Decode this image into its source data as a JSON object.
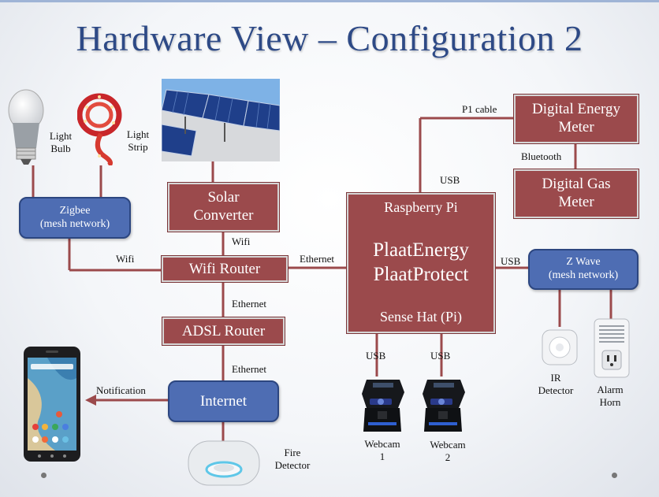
{
  "title": "Hardware View – Configuration 2",
  "colors": {
    "box_red": "#9b4a4c",
    "box_blue": "#4e6db3",
    "line": "#9b4a4c",
    "title": "#2e4a86"
  },
  "boxes": {
    "zigbee": {
      "line1": "Zigbee",
      "line2": "(mesh network)"
    },
    "solar_converter": {
      "line1": "Solar",
      "line2": "Converter"
    },
    "wifi_router": "Wifi Router",
    "adsl_router": "ADSL Router",
    "internet": "Internet",
    "raspberry": {
      "top": "Raspberry Pi",
      "main1": "PlaatEnergy",
      "main2": "PlaatProtect",
      "bottom": "Sense Hat (Pi)"
    },
    "energy_meter": {
      "line1": "Digital Energy",
      "line2": "Meter"
    },
    "gas_meter": {
      "line1": "Digital Gas",
      "line2": "Meter"
    },
    "zwave": {
      "line1": "Z Wave",
      "line2": "(mesh network)"
    }
  },
  "devices": {
    "light_bulb": {
      "line1": "Light",
      "line2": "Bulb"
    },
    "light_strip": {
      "line1": "Light",
      "line2": "Strip"
    },
    "webcam1": {
      "line1": "Webcam",
      "line2": "1"
    },
    "webcam2": {
      "line1": "Webcam",
      "line2": "2"
    },
    "ir_detector": {
      "line1": "IR",
      "line2": "Detector"
    },
    "alarm_horn": {
      "line1": "Alarm",
      "line2": "Horn"
    },
    "fire_detector": {
      "line1": "Fire",
      "line2": "Detector"
    },
    "phone": "smartphone"
  },
  "links": {
    "wifi_solar": "Wifi",
    "wifi_zigbee": "Wifi",
    "ethernet_pi": "Ethernet",
    "ethernet_adsl": "Ethernet",
    "ethernet_internet": "Ethernet",
    "notification": "Notification",
    "p1": "P1 cable",
    "usb_pi": "USB",
    "bluetooth": "Bluetooth",
    "usb_zwave": "USB",
    "usb_cam1": "USB",
    "usb_cam2": "USB"
  }
}
